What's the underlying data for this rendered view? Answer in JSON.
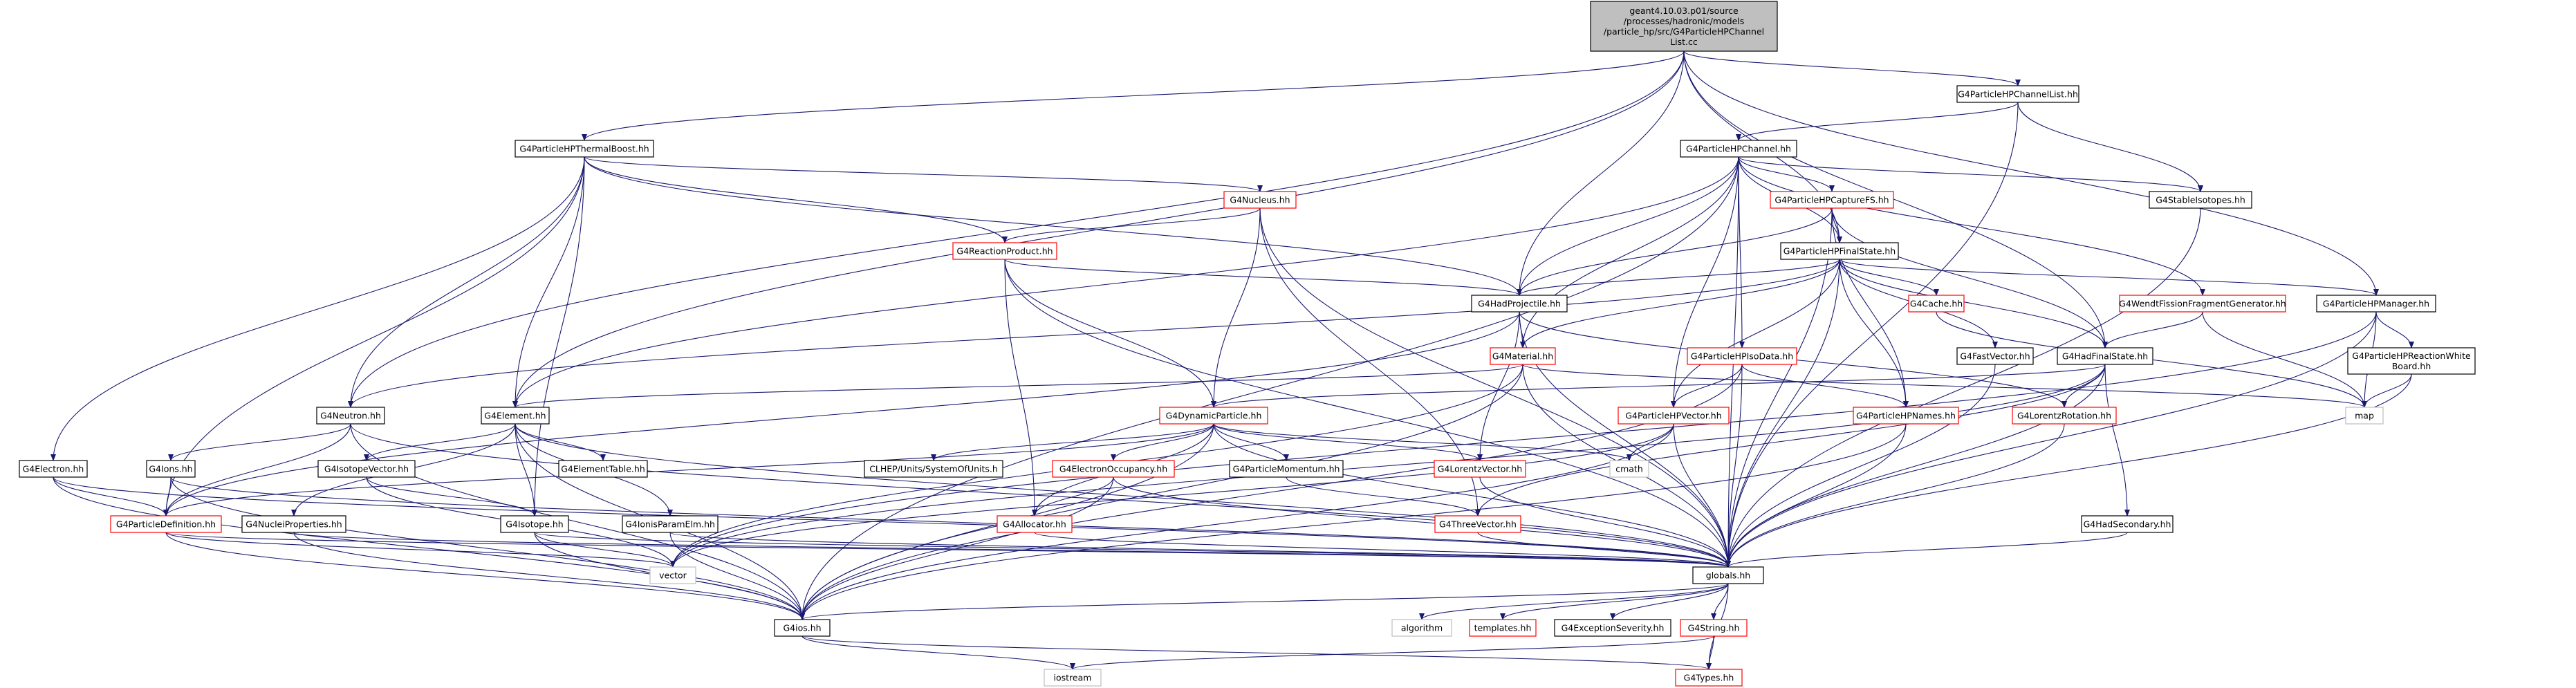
{
  "colors": {
    "background": "#ffffff",
    "edge": "#191970",
    "node_border_linked": "#000000",
    "node_border_undocumented": "#ff0000",
    "node_border_external": "#bfbfbf",
    "root_fill": "#bfbfbf",
    "text": "#000000"
  },
  "nodes": [
    {
      "id": "root",
      "label": [
        "geant4.10.03.p01/source",
        "/processes/hadronic/models",
        "/particle_hp/src/G4ParticleHPChannel",
        "List.cc"
      ],
      "kind": "root"
    },
    {
      "id": "ChannelList",
      "label": [
        "G4ParticleHPChannelList.hh"
      ],
      "kind": "linked"
    },
    {
      "id": "ThermalBoost",
      "label": [
        "G4ParticleHPThermalBoost.hh"
      ],
      "kind": "linked"
    },
    {
      "id": "Channel",
      "label": [
        "G4ParticleHPChannel.hh"
      ],
      "kind": "linked"
    },
    {
      "id": "Nucleus",
      "label": [
        "G4Nucleus.hh"
      ],
      "kind": "undocumented"
    },
    {
      "id": "CaptureFS",
      "label": [
        "G4ParticleHPCaptureFS.hh"
      ],
      "kind": "undocumented"
    },
    {
      "id": "StableIsotopes",
      "label": [
        "G4StableIsotopes.hh"
      ],
      "kind": "linked"
    },
    {
      "id": "ReactionProduct",
      "label": [
        "G4ReactionProduct.hh"
      ],
      "kind": "undocumented"
    },
    {
      "id": "FinalState",
      "label": [
        "G4ParticleHPFinalState.hh"
      ],
      "kind": "linked"
    },
    {
      "id": "HadProjectile",
      "label": [
        "G4HadProjectile.hh"
      ],
      "kind": "linked"
    },
    {
      "id": "Cache",
      "label": [
        "G4Cache.hh"
      ],
      "kind": "undocumented"
    },
    {
      "id": "Wendt",
      "label": [
        "G4WendtFissionFragmentGenerator.hh"
      ],
      "kind": "undocumented"
    },
    {
      "id": "HPManager",
      "label": [
        "G4ParticleHPManager.hh"
      ],
      "kind": "linked"
    },
    {
      "id": "Material",
      "label": [
        "G4Material.hh"
      ],
      "kind": "undocumented"
    },
    {
      "id": "IsoData",
      "label": [
        "G4ParticleHPIsoData.hh"
      ],
      "kind": "undocumented"
    },
    {
      "id": "FastVector",
      "label": [
        "G4FastVector.hh"
      ],
      "kind": "linked"
    },
    {
      "id": "HadFinalState",
      "label": [
        "G4HadFinalState.hh"
      ],
      "kind": "linked"
    },
    {
      "id": "ReactionWhiteBoard",
      "label": [
        "G4ParticleHPReactionWhite",
        "Board.hh"
      ],
      "kind": "linked"
    },
    {
      "id": "Neutron",
      "label": [
        "G4Neutron.hh"
      ],
      "kind": "linked"
    },
    {
      "id": "Element",
      "label": [
        "G4Element.hh"
      ],
      "kind": "linked"
    },
    {
      "id": "DynamicParticle",
      "label": [
        "G4DynamicParticle.hh"
      ],
      "kind": "undocumented"
    },
    {
      "id": "HPVector",
      "label": [
        "G4ParticleHPVector.hh"
      ],
      "kind": "undocumented"
    },
    {
      "id": "HPNames",
      "label": [
        "G4ParticleHPNames.hh"
      ],
      "kind": "undocumented"
    },
    {
      "id": "LorentzRotation",
      "label": [
        "G4LorentzRotation.hh"
      ],
      "kind": "undocumented"
    },
    {
      "id": "map",
      "label": [
        "map"
      ],
      "kind": "external"
    },
    {
      "id": "Electron",
      "label": [
        "G4Electron.hh"
      ],
      "kind": "linked"
    },
    {
      "id": "Ions",
      "label": [
        "G4Ions.hh"
      ],
      "kind": "linked"
    },
    {
      "id": "IsotopeVector",
      "label": [
        "G4IsotopeVector.hh"
      ],
      "kind": "linked"
    },
    {
      "id": "ElementTable",
      "label": [
        "G4ElementTable.hh"
      ],
      "kind": "linked"
    },
    {
      "id": "CLHEPUnits",
      "label": [
        "CLHEP/Units/SystemOfUnits.h"
      ],
      "kind": "linked"
    },
    {
      "id": "ElectronOccupancy",
      "label": [
        "G4ElectronOccupancy.hh"
      ],
      "kind": "undocumented"
    },
    {
      "id": "ParticleMomentum",
      "label": [
        "G4ParticleMomentum.hh"
      ],
      "kind": "linked"
    },
    {
      "id": "LorentzVector",
      "label": [
        "G4LorentzVector.hh"
      ],
      "kind": "undocumented"
    },
    {
      "id": "cmath",
      "label": [
        "cmath"
      ],
      "kind": "external"
    },
    {
      "id": "ParticleDefinition",
      "label": [
        "G4ParticleDefinition.hh"
      ],
      "kind": "undocumented"
    },
    {
      "id": "NucleiProperties",
      "label": [
        "G4NucleiProperties.hh"
      ],
      "kind": "linked"
    },
    {
      "id": "Isotope",
      "label": [
        "G4Isotope.hh"
      ],
      "kind": "linked"
    },
    {
      "id": "IonisParamElm",
      "label": [
        "G4IonisParamElm.hh"
      ],
      "kind": "linked"
    },
    {
      "id": "Allocator",
      "label": [
        "G4Allocator.hh"
      ],
      "kind": "undocumented"
    },
    {
      "id": "ThreeVector",
      "label": [
        "G4ThreeVector.hh"
      ],
      "kind": "undocumented"
    },
    {
      "id": "HadSecondary",
      "label": [
        "G4HadSecondary.hh"
      ],
      "kind": "linked"
    },
    {
      "id": "vector",
      "label": [
        "vector"
      ],
      "kind": "external"
    },
    {
      "id": "globals",
      "label": [
        "globals.hh"
      ],
      "kind": "linked"
    },
    {
      "id": "ios",
      "label": [
        "G4ios.hh"
      ],
      "kind": "linked"
    },
    {
      "id": "algorithm",
      "label": [
        "algorithm"
      ],
      "kind": "external"
    },
    {
      "id": "templates",
      "label": [
        "templates.hh"
      ],
      "kind": "undocumented"
    },
    {
      "id": "ExceptionSeverity",
      "label": [
        "G4ExceptionSeverity.hh"
      ],
      "kind": "linked"
    },
    {
      "id": "G4String",
      "label": [
        "G4String.hh"
      ],
      "kind": "undocumented"
    },
    {
      "id": "iostream",
      "label": [
        "iostream"
      ],
      "kind": "external"
    },
    {
      "id": "Types",
      "label": [
        "G4Types.hh"
      ],
      "kind": "undocumented"
    }
  ],
  "edges": [
    [
      "root",
      "ChannelList"
    ],
    [
      "root",
      "ThermalBoost"
    ],
    [
      "root",
      "Neutron"
    ],
    [
      "root",
      "Element"
    ],
    [
      "root",
      "HadProjectile"
    ],
    [
      "root",
      "FinalState"
    ],
    [
      "root",
      "HadFinalState"
    ],
    [
      "root",
      "HPManager"
    ],
    [
      "ChannelList",
      "Channel"
    ],
    [
      "ChannelList",
      "StableIsotopes"
    ],
    [
      "ChannelList",
      "globals"
    ],
    [
      "ThermalBoost",
      "Nucleus"
    ],
    [
      "ThermalBoost",
      "ReactionProduct"
    ],
    [
      "ThermalBoost",
      "HadProjectile"
    ],
    [
      "ThermalBoost",
      "Neutron"
    ],
    [
      "ThermalBoost",
      "Element"
    ],
    [
      "ThermalBoost",
      "Electron"
    ],
    [
      "ThermalBoost",
      "ParticleDefinition"
    ],
    [
      "ThermalBoost",
      "Isotope"
    ],
    [
      "Channel",
      "CaptureFS"
    ],
    [
      "Channel",
      "StableIsotopes"
    ],
    [
      "Channel",
      "FinalState"
    ],
    [
      "Channel",
      "HadProjectile"
    ],
    [
      "Channel",
      "Material"
    ],
    [
      "Channel",
      "Element"
    ],
    [
      "Channel",
      "IsoData"
    ],
    [
      "Channel",
      "HPVector"
    ],
    [
      "Channel",
      "Wendt"
    ],
    [
      "Channel",
      "globals"
    ],
    [
      "Channel",
      "ios"
    ],
    [
      "Nucleus",
      "ReactionProduct"
    ],
    [
      "Nucleus",
      "DynamicParticle"
    ],
    [
      "Nucleus",
      "ThreeVector"
    ],
    [
      "Nucleus",
      "globals"
    ],
    [
      "CaptureFS",
      "FinalState"
    ],
    [
      "CaptureFS",
      "HadProjectile"
    ],
    [
      "CaptureFS",
      "HPNames"
    ],
    [
      "CaptureFS",
      "HadFinalState"
    ],
    [
      "CaptureFS",
      "globals"
    ],
    [
      "StableIsotopes",
      "globals"
    ],
    [
      "ReactionProduct",
      "HadProjectile"
    ],
    [
      "ReactionProduct",
      "DynamicParticle"
    ],
    [
      "ReactionProduct",
      "Allocator"
    ],
    [
      "ReactionProduct",
      "globals"
    ],
    [
      "FinalState",
      "HadProjectile"
    ],
    [
      "FinalState",
      "Cache"
    ],
    [
      "FinalState",
      "HPManager"
    ],
    [
      "FinalState",
      "Material"
    ],
    [
      "FinalState",
      "HPVector"
    ],
    [
      "FinalState",
      "HPNames"
    ],
    [
      "FinalState",
      "FastVector"
    ],
    [
      "FinalState",
      "HadFinalState"
    ],
    [
      "FinalState",
      "Neutron"
    ],
    [
      "FinalState",
      "globals"
    ],
    [
      "HadProjectile",
      "Material"
    ],
    [
      "HadProjectile",
      "LorentzVector"
    ],
    [
      "HadProjectile",
      "LorentzRotation"
    ],
    [
      "HadProjectile",
      "ParticleDefinition"
    ],
    [
      "HadProjectile",
      "globals"
    ],
    [
      "Cache",
      "map"
    ],
    [
      "Wendt",
      "map"
    ],
    [
      "Wendt",
      "HadFinalState"
    ],
    [
      "HPManager",
      "ReactionWhiteBoard"
    ],
    [
      "HPManager",
      "map"
    ],
    [
      "HPManager",
      "globals"
    ],
    [
      "HPManager",
      "vector"
    ],
    [
      "Material",
      "Element"
    ],
    [
      "Material",
      "map"
    ],
    [
      "Material",
      "vector"
    ],
    [
      "Material",
      "globals"
    ],
    [
      "Material",
      "ios"
    ],
    [
      "IsoData",
      "HPVector"
    ],
    [
      "IsoData",
      "HPNames"
    ],
    [
      "IsoData",
      "globals"
    ],
    [
      "IsoData",
      "ios"
    ],
    [
      "FastVector",
      "globals"
    ],
    [
      "HadFinalState",
      "DynamicParticle"
    ],
    [
      "HadFinalState",
      "LorentzRotation"
    ],
    [
      "HadFinalState",
      "HadSecondary"
    ],
    [
      "HadFinalState",
      "ThreeVector"
    ],
    [
      "HadFinalState",
      "vector"
    ],
    [
      "HadFinalState",
      "globals"
    ],
    [
      "ReactionWhiteBoard",
      "map"
    ],
    [
      "ReactionWhiteBoard",
      "globals"
    ],
    [
      "Neutron",
      "ParticleDefinition"
    ],
    [
      "Neutron",
      "Ions"
    ],
    [
      "Neutron",
      "globals"
    ],
    [
      "Neutron",
      "ios"
    ],
    [
      "Element",
      "IsotopeVector"
    ],
    [
      "Element",
      "ElementTable"
    ],
    [
      "Element",
      "IonisParamElm"
    ],
    [
      "Element",
      "Isotope"
    ],
    [
      "Element",
      "NucleiProperties"
    ],
    [
      "Element",
      "globals"
    ],
    [
      "Element",
      "ios"
    ],
    [
      "DynamicParticle",
      "CLHEPUnits"
    ],
    [
      "DynamicParticle",
      "ElectronOccupancy"
    ],
    [
      "DynamicParticle",
      "ParticleMomentum"
    ],
    [
      "DynamicParticle",
      "LorentzVector"
    ],
    [
      "DynamicParticle",
      "ParticleDefinition"
    ],
    [
      "DynamicParticle",
      "Allocator"
    ],
    [
      "DynamicParticle",
      "cmath"
    ],
    [
      "DynamicParticle",
      "globals"
    ],
    [
      "DynamicParticle",
      "ios"
    ],
    [
      "HPVector",
      "cmath"
    ],
    [
      "HPVector",
      "globals"
    ],
    [
      "HPVector",
      "ios"
    ],
    [
      "HPVector",
      "vector"
    ],
    [
      "HPNames",
      "globals"
    ],
    [
      "HPNames",
      "ios"
    ],
    [
      "LorentzRotation",
      "globals"
    ],
    [
      "Electron",
      "ParticleDefinition"
    ],
    [
      "Electron",
      "globals"
    ],
    [
      "Electron",
      "ios"
    ],
    [
      "Ions",
      "ParticleDefinition"
    ],
    [
      "Ions",
      "globals"
    ],
    [
      "Ions",
      "ios"
    ],
    [
      "IsotopeVector",
      "Isotope"
    ],
    [
      "IsotopeVector",
      "vector"
    ],
    [
      "ElectronOccupancy",
      "Allocator"
    ],
    [
      "ElectronOccupancy",
      "globals"
    ],
    [
      "ElectronOccupancy",
      "ios"
    ],
    [
      "ParticleMomentum",
      "ThreeVector"
    ],
    [
      "LorentzVector",
      "globals"
    ],
    [
      "ParticleDefinition",
      "globals"
    ],
    [
      "ParticleDefinition",
      "ios"
    ],
    [
      "ParticleDefinition",
      "vector"
    ],
    [
      "NucleiProperties",
      "globals"
    ],
    [
      "NucleiProperties",
      "ios"
    ],
    [
      "Isotope",
      "globals"
    ],
    [
      "Isotope",
      "ios"
    ],
    [
      "Isotope",
      "vector"
    ],
    [
      "IonisParamElm",
      "globals"
    ],
    [
      "IonisParamElm",
      "ios"
    ],
    [
      "Allocator",
      "globals"
    ],
    [
      "ThreeVector",
      "globals"
    ],
    [
      "HadSecondary",
      "globals"
    ],
    [
      "globals",
      "ios"
    ],
    [
      "globals",
      "algorithm"
    ],
    [
      "globals",
      "templates"
    ],
    [
      "globals",
      "ExceptionSeverity"
    ],
    [
      "globals",
      "G4String"
    ],
    [
      "globals",
      "Types"
    ],
    [
      "ios",
      "iostream"
    ],
    [
      "ios",
      "Types"
    ],
    [
      "G4String",
      "iostream"
    ],
    [
      "G4String",
      "Types"
    ]
  ]
}
